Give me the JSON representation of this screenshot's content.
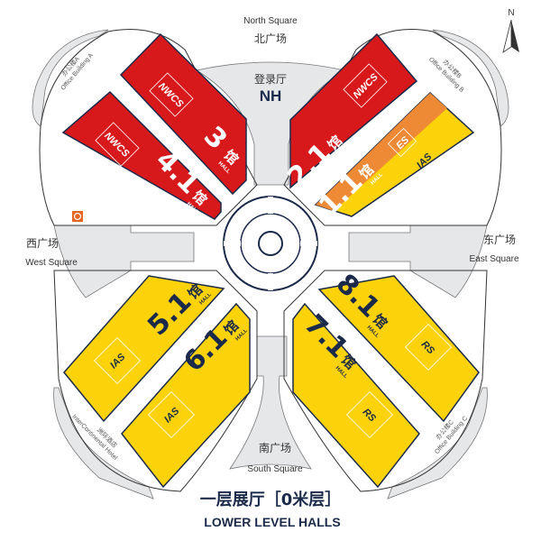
{
  "compass": {
    "label": "N"
  },
  "squares": {
    "north": {
      "zh": "北广场",
      "en": "North Square"
    },
    "south": {
      "zh": "南广场",
      "en": "South Square"
    },
    "west": {
      "zh": "西广场",
      "en": "West Square"
    },
    "east": {
      "zh": "东广场",
      "en": "East Square"
    }
  },
  "registration": {
    "zh": "登录厅",
    "code": "NH"
  },
  "buildings": {
    "office_a": {
      "zh": "办公楼A",
      "en": "Office Building A"
    },
    "office_b": {
      "zh": "办公楼B",
      "en": "Office Building B"
    },
    "office_c": {
      "zh": "办公楼C",
      "en": "Office Building C"
    },
    "hotel": {
      "zh": "洲际酒店",
      "en": "InterContinental Hotel"
    }
  },
  "hall_suffix": {
    "zh": "馆",
    "en": "HALL"
  },
  "halls": [
    {
      "number": "3",
      "logo": "NWCS",
      "color": "#d7191c"
    },
    {
      "number": "4.1",
      "logo": "NWCS",
      "color": "#d7191c"
    },
    {
      "number": "2.1",
      "logo": "NWCS",
      "color": "#d7191c"
    },
    {
      "number": "1.1",
      "logo": "ES",
      "logo2": "IAS",
      "color": "#ee8a35",
      "color2": "#fcd20a"
    },
    {
      "number": "5.1",
      "logo": "IAS",
      "color": "#fcd20a"
    },
    {
      "number": "6.1",
      "logo": "IAS",
      "color": "#fcd20a"
    },
    {
      "number": "7.1",
      "logo": "RS",
      "color": "#fcd20a"
    },
    {
      "number": "8.1",
      "logo": "RS",
      "color": "#fcd20a"
    }
  ],
  "metro_icon": "metro-icon",
  "footer": {
    "title_zh": "一层展厅［0米层］",
    "title_en": "LOWER LEVEL HALLS"
  },
  "colors": {
    "red": "#d7191c",
    "yellow": "#fcd20a",
    "orange": "#ee8a35",
    "navy": "#1b2a4a",
    "gray": "#e6e7e9"
  }
}
